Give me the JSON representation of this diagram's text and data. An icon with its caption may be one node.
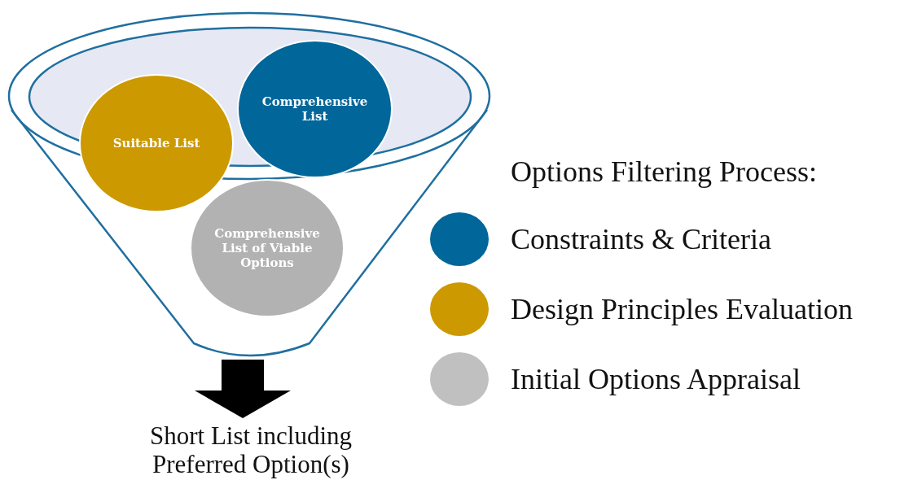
{
  "diagram": {
    "nodes": [
      {
        "text": [],
        "shape": "funnel"
      },
      {
        "text": [
          "Suitable List"
        ],
        "in": 0
      },
      {
        "text": [
          "Comprehensive List"
        ],
        "in": 0
      },
      {
        "text": [
          "Comprehensive List of Viable Options"
        ],
        "in": 0
      },
      {
        "text": [
          "Short List including Preferred Option(s)"
        ]
      }
    ],
    "edges": [
      {
        "from": 0,
        "to": 4,
        "arrow": "to"
      }
    ],
    "labels": [
      "Options Filtering Process:"
    ],
    "legend": [
      {
        "text": "Constraints & Criteria",
        "color": "#016699"
      },
      {
        "text": "Design Principles Evaluation",
        "color": "#cc9900"
      },
      {
        "text": "Initial Options Appraisal",
        "color": "#c0c0c0"
      }
    ]
  }
}
